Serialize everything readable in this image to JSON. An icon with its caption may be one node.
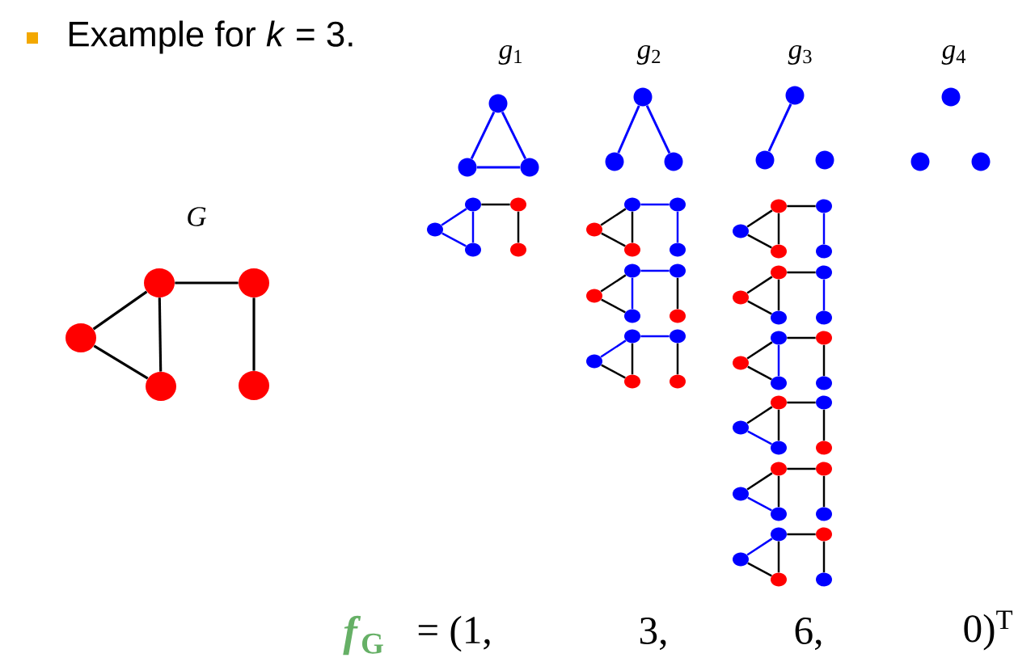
{
  "diagram": {
    "nodes": [
      {
        "text": [],
        "shape": "circle"
      },
      {
        "text": [],
        "shape": "circle"
      },
      {
        "text": [],
        "shape": "circle"
      },
      {
        "text": [],
        "shape": "circle"
      },
      {
        "text": [],
        "shape": "circle"
      },
      {
        "text": [],
        "shape": "circle"
      },
      {
        "text": [],
        "shape": "circle"
      },
      {
        "text": [],
        "shape": "circle"
      },
      {
        "text": [],
        "shape": "circle"
      },
      {
        "text": [],
        "shape": "circle"
      },
      {
        "text": [],
        "shape": "circle"
      },
      {
        "text": [],
        "shape": "circle"
      },
      {
        "text": [],
        "shape": "circle"
      },
      {
        "text": [],
        "shape": "circle"
      },
      {
        "text": [],
        "shape": "circle"
      },
      {
        "text": [],
        "shape": "circle"
      },
      {
        "text": [],
        "shape": "circle"
      },
      {
        "text": [],
        "shape": "circle"
      },
      {
        "text": [],
        "shape": "circle"
      },
      {
        "text": [],
        "shape": "circle"
      },
      {
        "text": [],
        "shape": "circle"
      },
      {
        "text": [],
        "shape": "circle"
      },
      {
        "text": [],
        "shape": "circle"
      },
      {
        "text": [],
        "shape": "circle"
      },
      {
        "text": [],
        "shape": "circle"
      },
      {
        "text": [],
        "shape": "circle"
      },
      {
        "text": [],
        "shape": "circle"
      },
      {
        "text": [],
        "shape": "circle"
      },
      {
        "text": [],
        "shape": "circle"
      },
      {
        "text": [],
        "shape": "circle"
      },
      {
        "text": [],
        "shape": "circle"
      },
      {
        "text": [],
        "shape": "circle"
      },
      {
        "text": [],
        "shape": "circle"
      },
      {
        "text": [],
        "shape": "circle"
      },
      {
        "text": [],
        "shape": "circle"
      },
      {
        "text": [],
        "shape": "circle"
      },
      {
        "text": [],
        "shape": "circle"
      },
      {
        "text": [],
        "shape": "circle"
      },
      {
        "text": [],
        "shape": "circle"
      },
      {
        "text": [],
        "shape": "circle"
      },
      {
        "text": [],
        "shape": "circle"
      },
      {
        "text": [],
        "shape": "circle"
      },
      {
        "text": [],
        "shape": "circle"
      },
      {
        "text": [],
        "shape": "circle"
      },
      {
        "text": [],
        "shape": "circle"
      },
      {
        "text": [],
        "shape": "circle"
      },
      {
        "text": [],
        "shape": "circle"
      },
      {
        "text": [],
        "shape": "circle"
      },
      {
        "text": [],
        "shape": "circle"
      },
      {
        "text": [],
        "shape": "circle"
      },
      {
        "text": [],
        "shape": "circle"
      },
      {
        "text": [],
        "shape": "circle"
      },
      {
        "text": [],
        "shape": "circle"
      },
      {
        "text": [],
        "shape": "circle"
      },
      {
        "text": [],
        "shape": "circle"
      },
      {
        "text": [],
        "shape": "circle"
      },
      {
        "text": [],
        "shape": "circle"
      },
      {
        "text": [],
        "shape": "circle"
      },
      {
        "text": [],
        "shape": "circle"
      },
      {
        "text": [],
        "shape": "circle"
      },
      {
        "text": [],
        "shape": "circle"
      },
      {
        "text": [],
        "shape": "circle"
      },
      {
        "text": [],
        "shape": "circle"
      },
      {
        "text": [],
        "shape": "circle"
      },
      {
        "text": [],
        "shape": "circle"
      },
      {
        "text": [],
        "shape": "circle"
      },
      {
        "text": [],
        "shape": "circle"
      }
    ],
    "edges": [
      {
        "from": 0,
        "to": 1,
        "arrow": "none"
      },
      {
        "from": 0,
        "to": 2,
        "arrow": "none"
      },
      {
        "from": 1,
        "to": 2,
        "arrow": "none"
      },
      {
        "from": 1,
        "to": 3,
        "arrow": "none"
      },
      {
        "from": 3,
        "to": 4,
        "arrow": "none"
      },
      {
        "from": 5,
        "to": 6,
        "arrow": "none",
        "color": "#0000ff"
      },
      {
        "from": 5,
        "to": 7,
        "arrow": "none",
        "color": "#0000ff"
      },
      {
        "from": 6,
        "to": 7,
        "arrow": "none",
        "color": "#0000ff"
      },
      {
        "from": 8,
        "to": 9,
        "arrow": "none",
        "color": "#0000ff"
      },
      {
        "from": 8,
        "to": 10,
        "arrow": "none",
        "color": "#0000ff"
      },
      {
        "from": 11,
        "to": 12,
        "arrow": "none",
        "color": "#0000ff"
      },
      {
        "from": 17,
        "to": 18,
        "arrow": "none",
        "color": "#0000ff"
      },
      {
        "from": 17,
        "to": 19,
        "arrow": "none",
        "color": "#0000ff"
      },
      {
        "from": 18,
        "to": 19,
        "arrow": "none",
        "color": "#0000ff"
      },
      {
        "from": 18,
        "to": 20,
        "arrow": "none"
      },
      {
        "from": 20,
        "to": 21,
        "arrow": "none"
      },
      {
        "from": 22,
        "to": 23,
        "arrow": "none"
      },
      {
        "from": 22,
        "to": 24,
        "arrow": "none"
      },
      {
        "from": 23,
        "to": 24,
        "arrow": "none"
      },
      {
        "from": 23,
        "to": 25,
        "arrow": "none",
        "color": "#0000ff"
      },
      {
        "from": 25,
        "to": 26,
        "arrow": "none",
        "color": "#0000ff"
      },
      {
        "from": 27,
        "to": 28,
        "arrow": "none"
      },
      {
        "from": 27,
        "to": 29,
        "arrow": "none"
      },
      {
        "from": 28,
        "to": 29,
        "arrow": "none",
        "color": "#0000ff"
      },
      {
        "from": 28,
        "to": 30,
        "arrow": "none",
        "color": "#0000ff"
      },
      {
        "from": 30,
        "to": 31,
        "arrow": "none"
      },
      {
        "from": 32,
        "to": 33,
        "arrow": "none",
        "color": "#0000ff"
      },
      {
        "from": 32,
        "to": 34,
        "arrow": "none"
      },
      {
        "from": 33,
        "to": 34,
        "arrow": "none"
      },
      {
        "from": 33,
        "to": 35,
        "arrow": "none",
        "color": "#0000ff"
      },
      {
        "from": 35,
        "to": 36,
        "arrow": "none"
      },
      {
        "from": 37,
        "to": 38,
        "arrow": "none"
      },
      {
        "from": 37,
        "to": 39,
        "arrow": "none"
      },
      {
        "from": 38,
        "to": 39,
        "arrow": "none"
      },
      {
        "from": 38,
        "to": 40,
        "arrow": "none"
      },
      {
        "from": 40,
        "to": 41,
        "arrow": "none",
        "color": "#0000ff"
      },
      {
        "from": 42,
        "to": 43,
        "arrow": "none"
      },
      {
        "from": 42,
        "to": 44,
        "arrow": "none"
      },
      {
        "from": 43,
        "to": 44,
        "arrow": "none"
      },
      {
        "from": 43,
        "to": 45,
        "arrow": "none"
      },
      {
        "from": 45,
        "to": 46,
        "arrow": "none",
        "color": "#0000ff"
      },
      {
        "from": 47,
        "to": 48,
        "arrow": "none"
      },
      {
        "from": 47,
        "to": 49,
        "arrow": "none"
      },
      {
        "from": 48,
        "to": 49,
        "arrow": "none",
        "color": "#0000ff"
      },
      {
        "from": 48,
        "to": 50,
        "arrow": "none"
      },
      {
        "from": 50,
        "to": 51,
        "arrow": "none"
      },
      {
        "from": 52,
        "to": 53,
        "arrow": "none"
      },
      {
        "from": 52,
        "to": 54,
        "arrow": "none",
        "color": "#0000ff"
      },
      {
        "from": 53,
        "to": 54,
        "arrow": "none"
      },
      {
        "from": 53,
        "to": 55,
        "arrow": "none"
      },
      {
        "from": 55,
        "to": 56,
        "arrow": "none"
      },
      {
        "from": 57,
        "to": 58,
        "arrow": "none"
      },
      {
        "from": 57,
        "to": 59,
        "arrow": "none",
        "color": "#0000ff"
      },
      {
        "from": 58,
        "to": 59,
        "arrow": "none"
      },
      {
        "from": 58,
        "to": 60,
        "arrow": "none"
      },
      {
        "from": 60,
        "to": 61,
        "arrow": "none"
      },
      {
        "from": 62,
        "to": 63,
        "arrow": "none",
        "color": "#0000ff"
      },
      {
        "from": 62,
        "to": 64,
        "arrow": "none"
      },
      {
        "from": 63,
        "to": 64,
        "arrow": "none"
      },
      {
        "from": 63,
        "to": 65,
        "arrow": "none"
      },
      {
        "from": 65,
        "to": 66,
        "arrow": "none"
      }
    ],
    "labels": [
      "Example for *k* = 3.",
      "*g*$_{1}$",
      "*g*$_{2}$",
      "*g*$_{3}$",
      "*g*$_{4}$",
      "G",
      "*f*$_{G}$",
      "= (1,",
      "3,",
      "6,",
      "0)$^{T}$"
    ]
  }
}
